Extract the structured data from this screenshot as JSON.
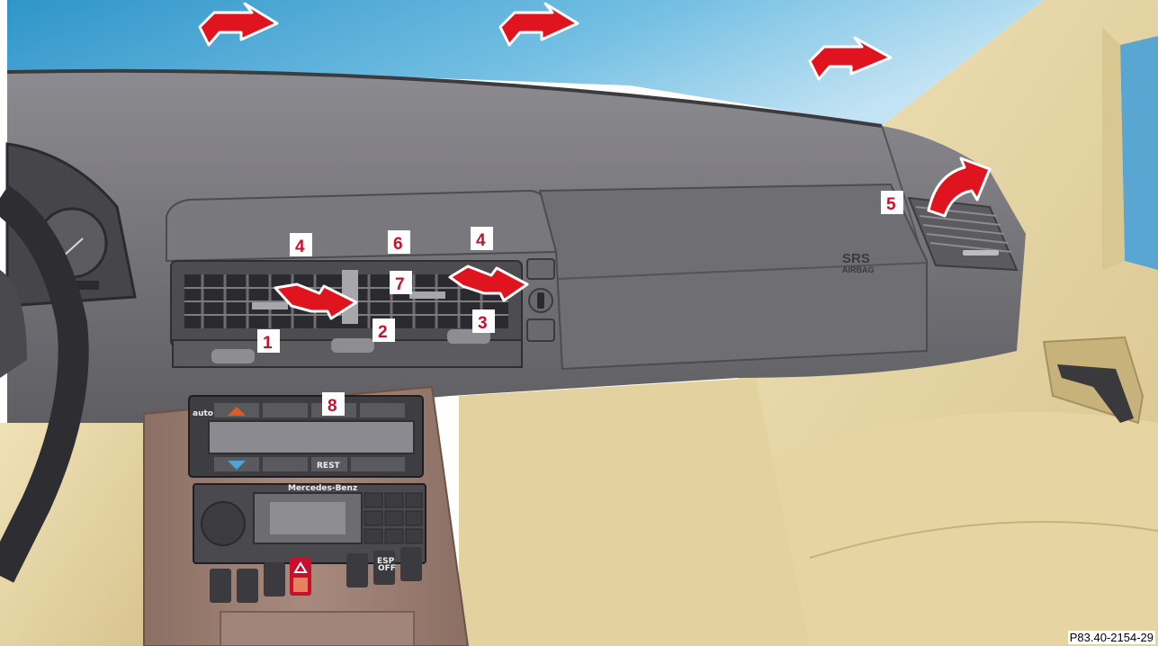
{
  "callouts": [
    {
      "id": "1",
      "text": "1"
    },
    {
      "id": "2",
      "text": "2"
    },
    {
      "id": "3",
      "text": "3"
    },
    {
      "id": "4a",
      "text": "4"
    },
    {
      "id": "4b",
      "text": "4"
    },
    {
      "id": "5",
      "text": "5"
    },
    {
      "id": "6",
      "text": "6"
    },
    {
      "id": "7",
      "text": "7"
    },
    {
      "id": "8",
      "text": "8"
    }
  ],
  "airbag": {
    "line1": "SRS",
    "line2": "AIRBAG"
  },
  "climate_panel": {
    "rest_label": "REST",
    "auto_label": "auto"
  },
  "radio": {
    "brand": "Mercedes-Benz"
  },
  "switches": {
    "esp_label": "ESP",
    "off_label": "OFF"
  },
  "reference_code": "P83.40-2154-29",
  "colors": {
    "arrow_red": "#e0141e",
    "dashboard": "#6b6a70",
    "interior_beige": "#ecdcaa",
    "console_brown": "#9c7c70",
    "sky_blue": "#6cb7dd"
  }
}
